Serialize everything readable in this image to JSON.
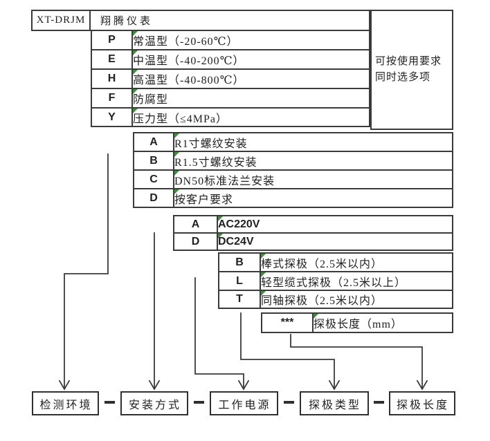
{
  "header": {
    "model": "XT-DRJM",
    "brand": "翔腾仪表"
  },
  "side_note": {
    "line1": "可按使用要求",
    "line2": "同时选多项"
  },
  "groups": [
    {
      "label": "检测环境",
      "rows": [
        {
          "code": "P",
          "desc": "常温型（-20-60℃）"
        },
        {
          "code": "E",
          "desc": "中温型（-40-200℃）"
        },
        {
          "code": "H",
          "desc": "高温型（-40-800℃）"
        },
        {
          "code": "F",
          "desc": "防腐型"
        },
        {
          "code": "Y",
          "desc": "压力型（≤4MPa）"
        }
      ]
    },
    {
      "label": "安装方式",
      "rows": [
        {
          "code": "A",
          "desc": "R1寸螺纹安装"
        },
        {
          "code": "B",
          "desc": "R1.5寸螺纹安装"
        },
        {
          "code": "C",
          "desc": "DN50标准法兰安装"
        },
        {
          "code": "D",
          "desc": "按客户要求"
        }
      ]
    },
    {
      "label": "工作电源",
      "rows": [
        {
          "code": "A",
          "desc": "AC220V"
        },
        {
          "code": "D",
          "desc": "DC24V"
        }
      ]
    },
    {
      "label": "探极类型",
      "rows": [
        {
          "code": "B",
          "desc": "棒式探极（2.5米以内）"
        },
        {
          "code": "L",
          "desc": "轻型缆式探极（2.5米以上）"
        },
        {
          "code": "T",
          "desc": "同轴探极（2.5米以内）"
        }
      ]
    },
    {
      "label": "探极长度",
      "rows": [
        {
          "code": "***",
          "desc": "探极长度（mm）"
        }
      ]
    }
  ],
  "colors": {
    "line": "#3a3a3a",
    "text": "#1f1f1f",
    "corner_marker_green": "#3f8f3f",
    "background": "#ffffff"
  }
}
